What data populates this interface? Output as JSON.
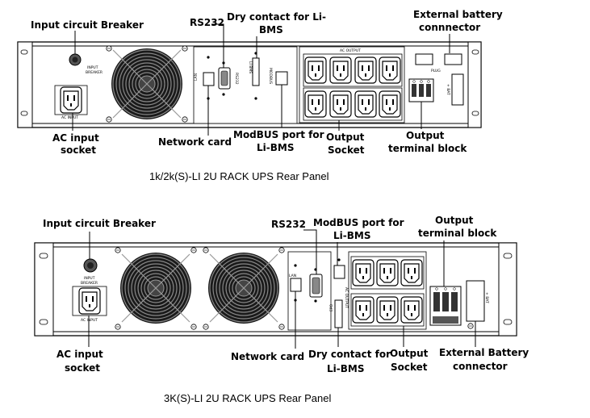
{
  "panel1": {
    "caption": "1k/2k(S)-LI    2U RACK UPS Rear Panel",
    "labels": {
      "input_breaker": "Input circuit Breaker",
      "rs232": "RS232",
      "dry_contact_1": "Dry contact for Li-",
      "dry_contact_2": "BMS",
      "ext_batt_1": "External battery",
      "ext_batt_2": "connnector",
      "ac_input_1": "AC input",
      "ac_input_2": "socket",
      "network_card": "Network card",
      "modbus_1": "ModBUS port for",
      "modbus_2": "Li-BMS",
      "output_socket_1": "Output",
      "output_socket_2": "Socket",
      "output_tb_1": "Output",
      "output_tb_2": "terminal block"
    },
    "panel_text": {
      "input_breaker_1": "INPUT",
      "input_breaker_2": "BREAKER",
      "ac_input": "AC INPUT",
      "ac_output": "AC OUTPUT",
      "lan": "LAN",
      "rs232": "RS232",
      "libms": "LI BMS",
      "modbus": "MODBUS",
      "plus_bat": "+ BAT"
    }
  },
  "panel2": {
    "caption": "3K(S)-LI    2U RACK UPS Rear Panel",
    "labels": {
      "input_breaker": "Input circuit Breaker",
      "rs232": "RS232",
      "modbus_1": "ModBUS port for",
      "modbus_2": "Li-BMS",
      "output_tb_1": "Output",
      "output_tb_2": "terminal block",
      "ac_input_1": "AC input",
      "ac_input_2": "socket",
      "network_card": "Network card",
      "dry_contact_1": "Dry contact for",
      "dry_contact_2": "Li-BMS",
      "output_socket_1": "Output",
      "output_socket_2": "Socket",
      "ext_batt_1": "External Battery",
      "ext_batt_2": "connector"
    },
    "panel_text": {
      "input_breaker_1": "INPUT",
      "input_breaker_2": "BREAKER",
      "ac_input": "AC INPUT",
      "ac_output": "AC OUTPUT",
      "lan": "LAN",
      "epo": "EPO",
      "plus_bat": "+ BAT"
    }
  }
}
